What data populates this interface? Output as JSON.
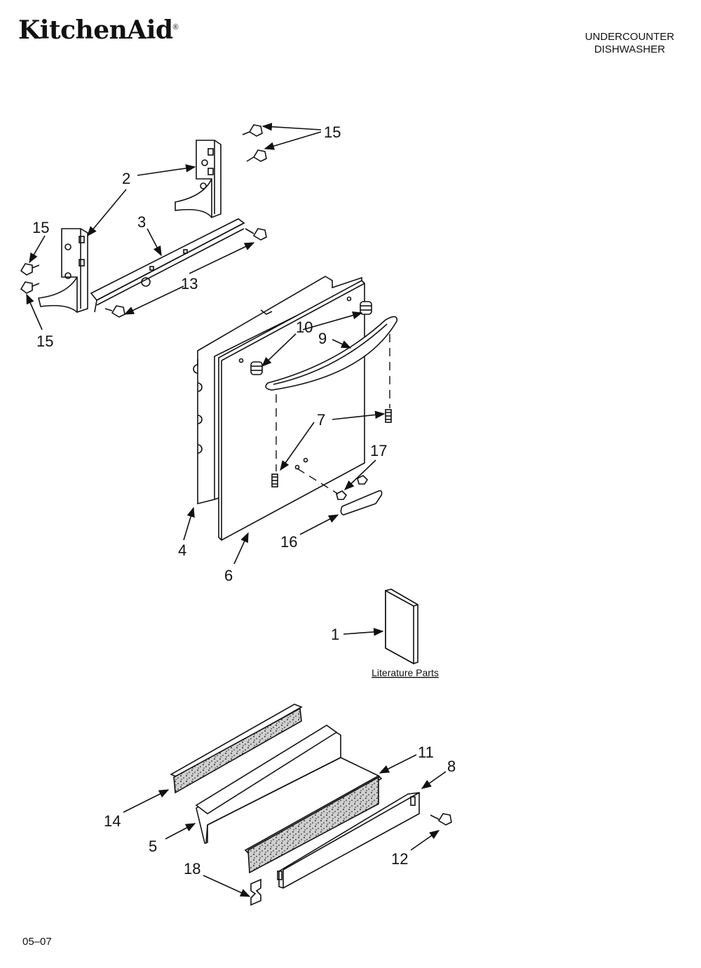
{
  "header": {
    "brand": "KitchenAid",
    "brand_mark": "®",
    "product_line1": "UNDERCOUNTER",
    "product_line2": "DISHWASHER"
  },
  "footer": {
    "date_code": "05–07"
  },
  "literature_label": "Literature Parts",
  "callouts": {
    "c15a": "15",
    "c2": "2",
    "c15b": "15",
    "c3": "3",
    "c13": "13",
    "c15c": "15",
    "c10": "10",
    "c9": "9",
    "c7": "7",
    "c17": "17",
    "c4": "4",
    "c16": "16",
    "c6": "6",
    "c1": "1",
    "c11": "11",
    "c8": "8",
    "c14": "14",
    "c5": "5",
    "c12": "12",
    "c18": "18"
  }
}
